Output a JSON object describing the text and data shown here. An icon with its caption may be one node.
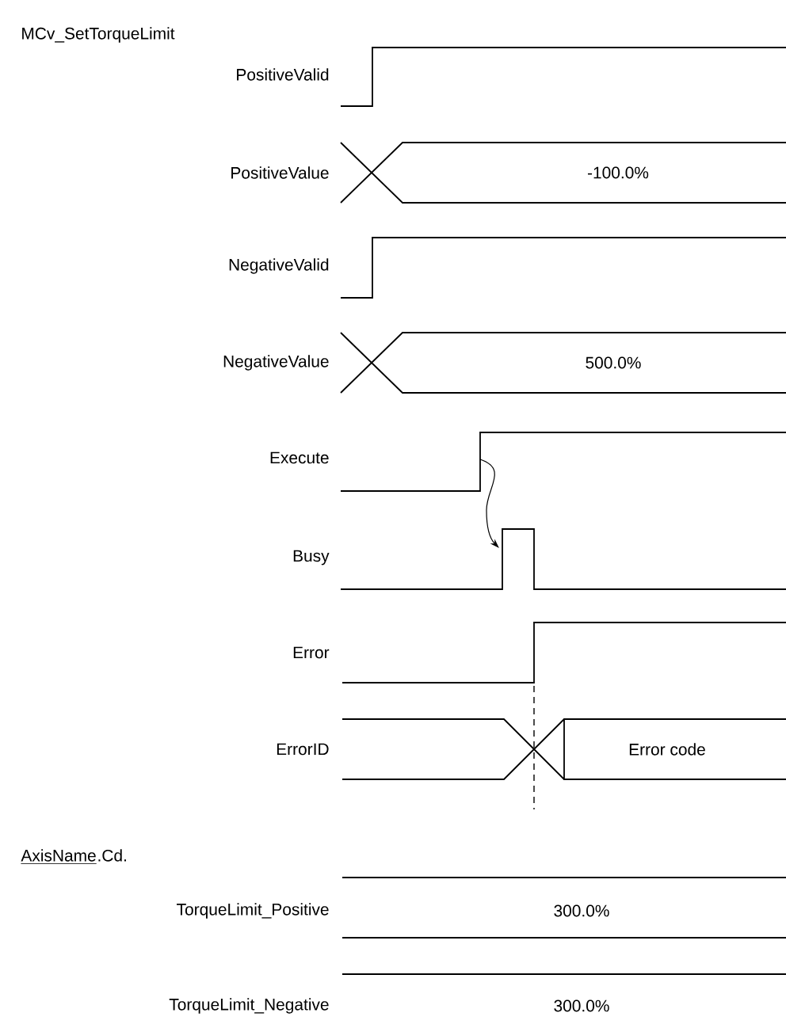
{
  "diagram": {
    "nodes": [
      {
        "text": [],
        "shape": "waveform",
        "beside": [
          "Execute"
        ]
      },
      {
        "text": [],
        "shape": "waveform",
        "beside": [
          "Busy"
        ]
      }
    ],
    "edges": [
      {
        "from": 0,
        "to": 1,
        "arrow": "to"
      }
    ],
    "labels": [
      "MCv_SetTorqueLimit",
      "PositiveValid",
      "PositiveValue",
      "-100.0%",
      "NegativeValid",
      "NegativeValue",
      "500.0%",
      "Error",
      "ErrorID",
      "Error code",
      "AxisName",
      ".Cd.",
      "TorqueLimit_Positive",
      "300.0%",
      "TorqueLimit_Negative",
      "300.0%"
    ]
  }
}
